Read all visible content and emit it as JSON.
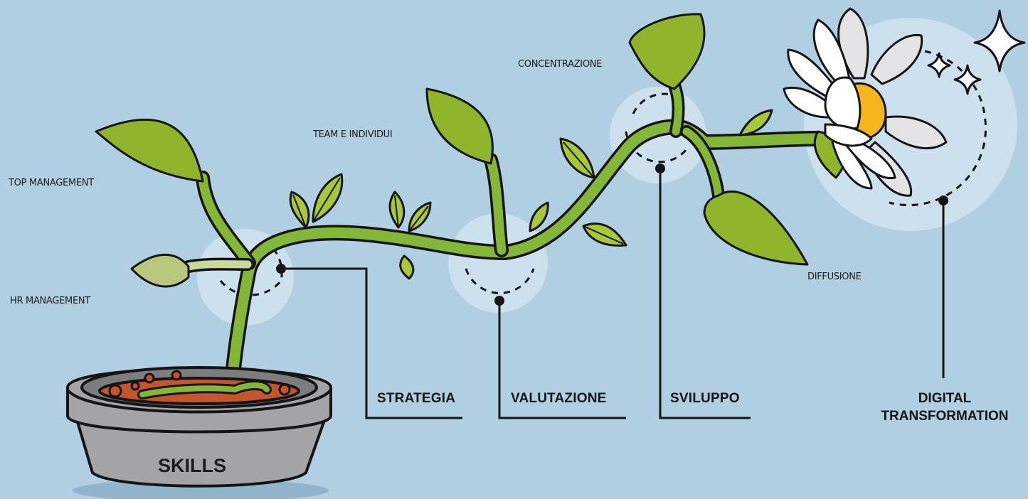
{
  "labels": {
    "top_management": "TOP MANAGEMENT",
    "hr_management": "HR MANAGEMENT",
    "team_individui": "TEAM E INDIVIDUI",
    "concentrazione": "CONCENTRAZIONE",
    "diffusione": "DIFFUSIONE"
  },
  "stages": {
    "strategia": "STRATEGIA",
    "valutazione": "VALUTAZIONE",
    "sviluppo": "SVILUPPO",
    "digital": "DIGITAL",
    "transformation": "TRANSFORMATION"
  },
  "pot": {
    "label": "SKILLS"
  },
  "colors": {
    "background": "#b0cfe2",
    "stem": "#84b637",
    "leaf": "#8fb52d",
    "pot": "#a4a4a6",
    "soil": "#c5552c",
    "petal": "#ffffff",
    "flower_center": "#f5b51d",
    "highlight": "#d6e6f0",
    "outline": "#151515"
  }
}
